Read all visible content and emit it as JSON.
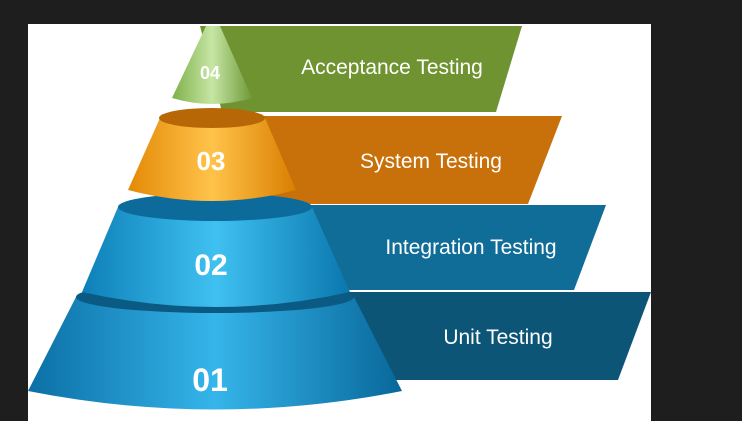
{
  "levels": [
    {
      "number": "04",
      "label": "Acceptance Testing"
    },
    {
      "number": "03",
      "label": "System Testing"
    },
    {
      "number": "02",
      "label": "Integration Testing"
    },
    {
      "number": "01",
      "label": "Unit Testing"
    }
  ],
  "colors": {
    "page_background": "#1e1e1e",
    "panel_background": "#ffffff",
    "level_04_banner": "#6f9331",
    "level_04_cone": "#a8d17f",
    "level_03_banner": "#c8700a",
    "level_03_cone": "#f9a91c",
    "level_02_banner": "#0f6d98",
    "level_02_cone": "#1aa3db",
    "level_01_banner": "#0c5577",
    "level_01_cone": "#1597cf"
  }
}
